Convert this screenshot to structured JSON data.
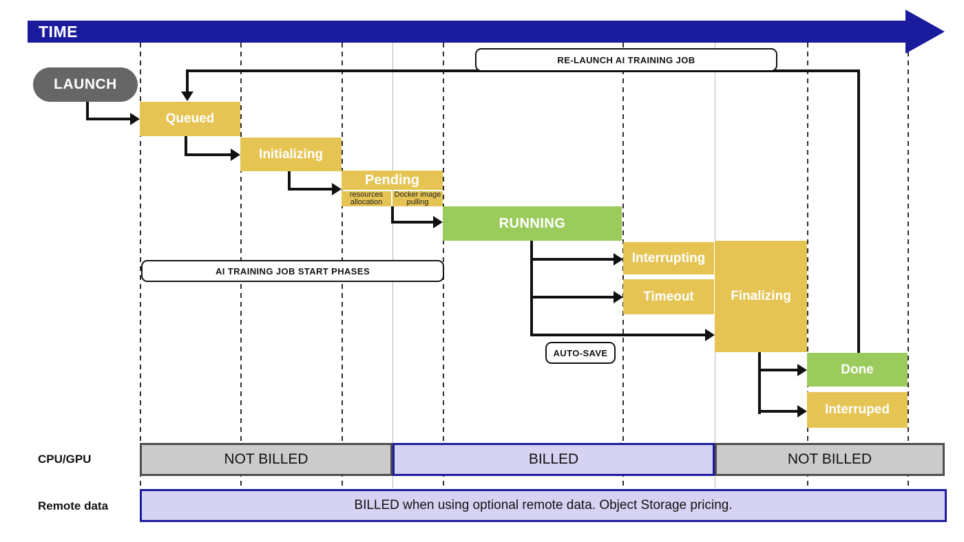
{
  "time_label": "TIME",
  "launch_label": "LAUNCH",
  "states": {
    "queued": "Queued",
    "initializing": "Initializing",
    "pending": "Pending",
    "pending_sub1": "resources allocation",
    "pending_sub2": "Docker image pulling",
    "running": "RUNNING",
    "interrupting": "Interrupting",
    "timeout": "Timeout",
    "finalizing": "Finalizing",
    "done": "Done",
    "interruped": "Interruped"
  },
  "callouts": {
    "relaunch": "RE-LAUNCH AI TRAINING JOB",
    "start_phases": "AI TRAINING JOB START PHASES",
    "autosave": "AUTO-SAVE"
  },
  "billing": {
    "cpu_gpu_label": "CPU/GPU",
    "remote_label": "Remote data",
    "not_billed_1": "NOT BILLED",
    "billed": "BILLED",
    "not_billed_2": "NOT BILLED",
    "remote_text": "BILLED when using optional remote data. Object Storage pricing."
  },
  "colors": {
    "navy": "#1b1b9e",
    "state_yellow": "#e5c454",
    "state_green": "#9bcb5c",
    "launch_gray": "#666666",
    "not_billed_fill": "#cbcbcb",
    "not_billed_border": "#4d4d4d",
    "billed_fill": "#d6d2f2",
    "arrow_black": "#111111"
  }
}
